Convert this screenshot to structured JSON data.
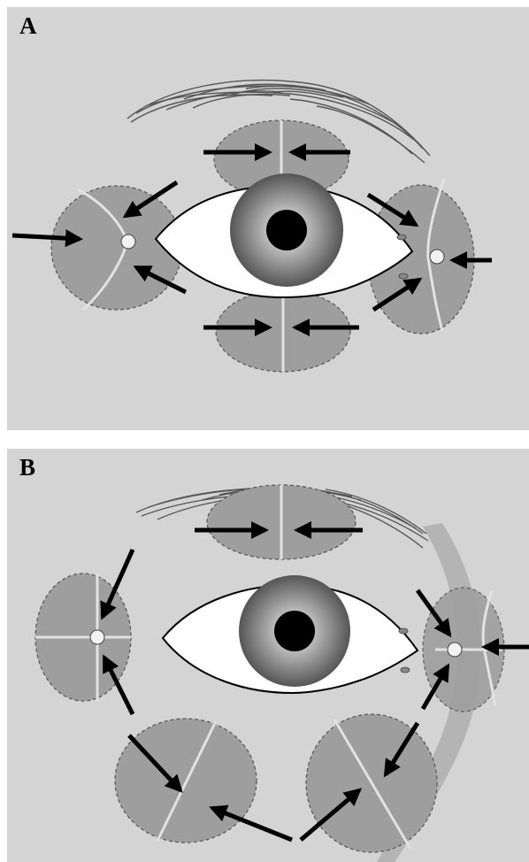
{
  "panels": [
    {
      "label": "A",
      "id": "a"
    },
    {
      "label": "B",
      "id": "b"
    }
  ],
  "colors": {
    "background": "#d4d4d4",
    "region_fill": "#9e9e9e",
    "region_stroke": "#555555",
    "divider": "#e2e2e2",
    "arrow": "#000000",
    "sclera": "#ffffff",
    "pupil": "#000000",
    "iris_light": "#e6e6e6",
    "iris_dark": "#5a5a5a",
    "brow": "#555555"
  }
}
